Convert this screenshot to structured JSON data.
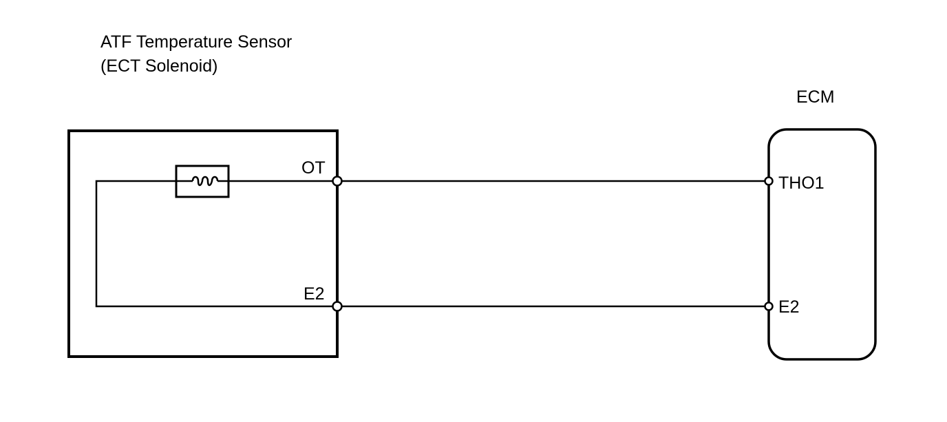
{
  "sensor": {
    "title_line1": "ATF Temperature Sensor",
    "title_line2": "(ECT Solenoid)",
    "pin_ot": "OT",
    "pin_e2": "E2",
    "element_icon": "thermistor-icon"
  },
  "ecm": {
    "title": "ECM",
    "pin_tho1": "THO1",
    "pin_e2": "E2"
  },
  "colors": {
    "line": "#000000",
    "background": "#ffffff"
  }
}
